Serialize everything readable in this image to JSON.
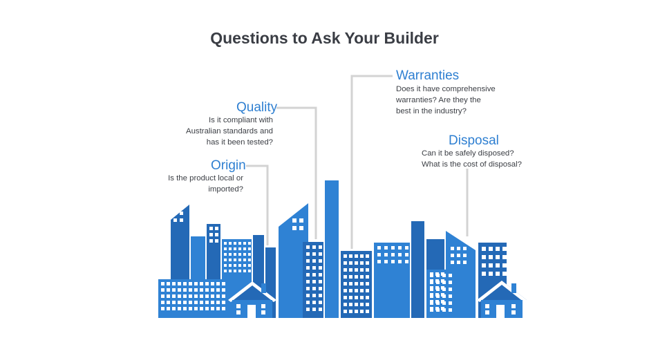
{
  "title": "Questions to Ask Your Builder",
  "colors": {
    "blue_light": "#2f82d4",
    "blue_dark": "#2469b6",
    "connector": "#d3d3d3",
    "window": "#ffffff",
    "title_text": "#3a3d44",
    "heading_text": "#2e7fd1"
  },
  "questions": {
    "quality": {
      "heading": "Quality",
      "lines": [
        "Is it compliant with",
        "Australian standards and",
        "has it been tested?"
      ]
    },
    "origin": {
      "heading": "Origin",
      "lines": [
        "Is the product local or",
        "imported?"
      ]
    },
    "warranties": {
      "heading": "Warranties",
      "lines": [
        "Does it have comprehensive",
        "warranties? Are they the",
        "best in the industry?"
      ]
    },
    "disposal": {
      "heading": "Disposal",
      "lines": [
        "Can it be safely disposed?",
        "What is the cost of disposal?"
      ]
    }
  },
  "icons": {
    "city": "city-skyline-icon",
    "house": "house-icon"
  }
}
